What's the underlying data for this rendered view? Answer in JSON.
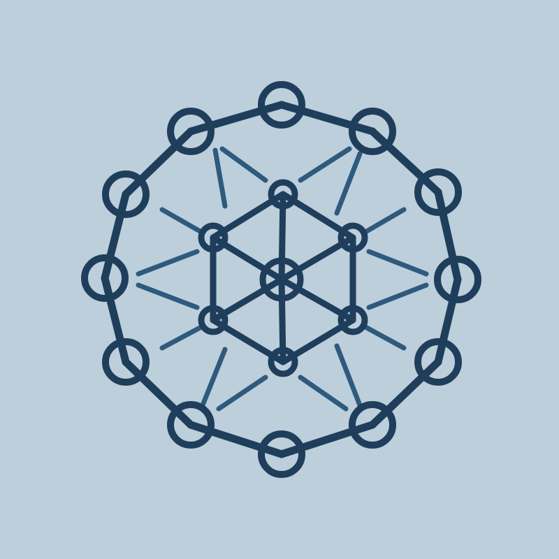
{
  "diagram": {
    "type": "network-graph-icon",
    "colors": {
      "background": "#bccfdb",
      "primary": "#1f3e5b",
      "secondary": "#2e5a7d"
    },
    "nodes": [
      {
        "id": "c",
        "group": "center"
      },
      {
        "id": "h1",
        "group": "inner"
      },
      {
        "id": "h2",
        "group": "inner"
      },
      {
        "id": "h3",
        "group": "inner"
      },
      {
        "id": "h4",
        "group": "inner"
      },
      {
        "id": "h5",
        "group": "inner"
      },
      {
        "id": "h6",
        "group": "inner"
      },
      {
        "id": "o0",
        "group": "outer"
      },
      {
        "id": "o1",
        "group": "outer"
      },
      {
        "id": "o2",
        "group": "outer"
      },
      {
        "id": "o3",
        "group": "outer"
      },
      {
        "id": "o4",
        "group": "outer"
      },
      {
        "id": "o5",
        "group": "outer"
      },
      {
        "id": "o6",
        "group": "outer"
      },
      {
        "id": "o7",
        "group": "outer"
      },
      {
        "id": "o8",
        "group": "outer"
      },
      {
        "id": "o9",
        "group": "outer"
      },
      {
        "id": "o10",
        "group": "outer"
      },
      {
        "id": "o11",
        "group": "outer"
      }
    ],
    "edges": [
      {
        "from": "o0",
        "to": "o1",
        "kind": "ring"
      },
      {
        "from": "o1",
        "to": "o2",
        "kind": "ring"
      },
      {
        "from": "o2",
        "to": "o3",
        "kind": "ring"
      },
      {
        "from": "o3",
        "to": "o4",
        "kind": "ring"
      },
      {
        "from": "o4",
        "to": "o5",
        "kind": "ring"
      },
      {
        "from": "o5",
        "to": "o6",
        "kind": "ring"
      },
      {
        "from": "o6",
        "to": "o7",
        "kind": "ring"
      },
      {
        "from": "o7",
        "to": "o8",
        "kind": "ring"
      },
      {
        "from": "o8",
        "to": "o9",
        "kind": "ring"
      },
      {
        "from": "o9",
        "to": "o10",
        "kind": "ring"
      },
      {
        "from": "o10",
        "to": "o11",
        "kind": "ring"
      },
      {
        "from": "o11",
        "to": "o0",
        "kind": "ring"
      },
      {
        "from": "h1",
        "to": "h2",
        "kind": "inner"
      },
      {
        "from": "h2",
        "to": "h3",
        "kind": "inner"
      },
      {
        "from": "h3",
        "to": "h4",
        "kind": "inner"
      },
      {
        "from": "h4",
        "to": "h5",
        "kind": "inner"
      },
      {
        "from": "h5",
        "to": "h6",
        "kind": "inner"
      },
      {
        "from": "h6",
        "to": "h1",
        "kind": "inner"
      },
      {
        "from": "c",
        "to": "h1",
        "kind": "inner"
      },
      {
        "from": "c",
        "to": "h2",
        "kind": "inner"
      },
      {
        "from": "c",
        "to": "h3",
        "kind": "inner"
      },
      {
        "from": "c",
        "to": "h4",
        "kind": "inner"
      },
      {
        "from": "c",
        "to": "h5",
        "kind": "inner"
      },
      {
        "from": "c",
        "to": "h6",
        "kind": "inner"
      }
    ],
    "spokes": 12
  }
}
